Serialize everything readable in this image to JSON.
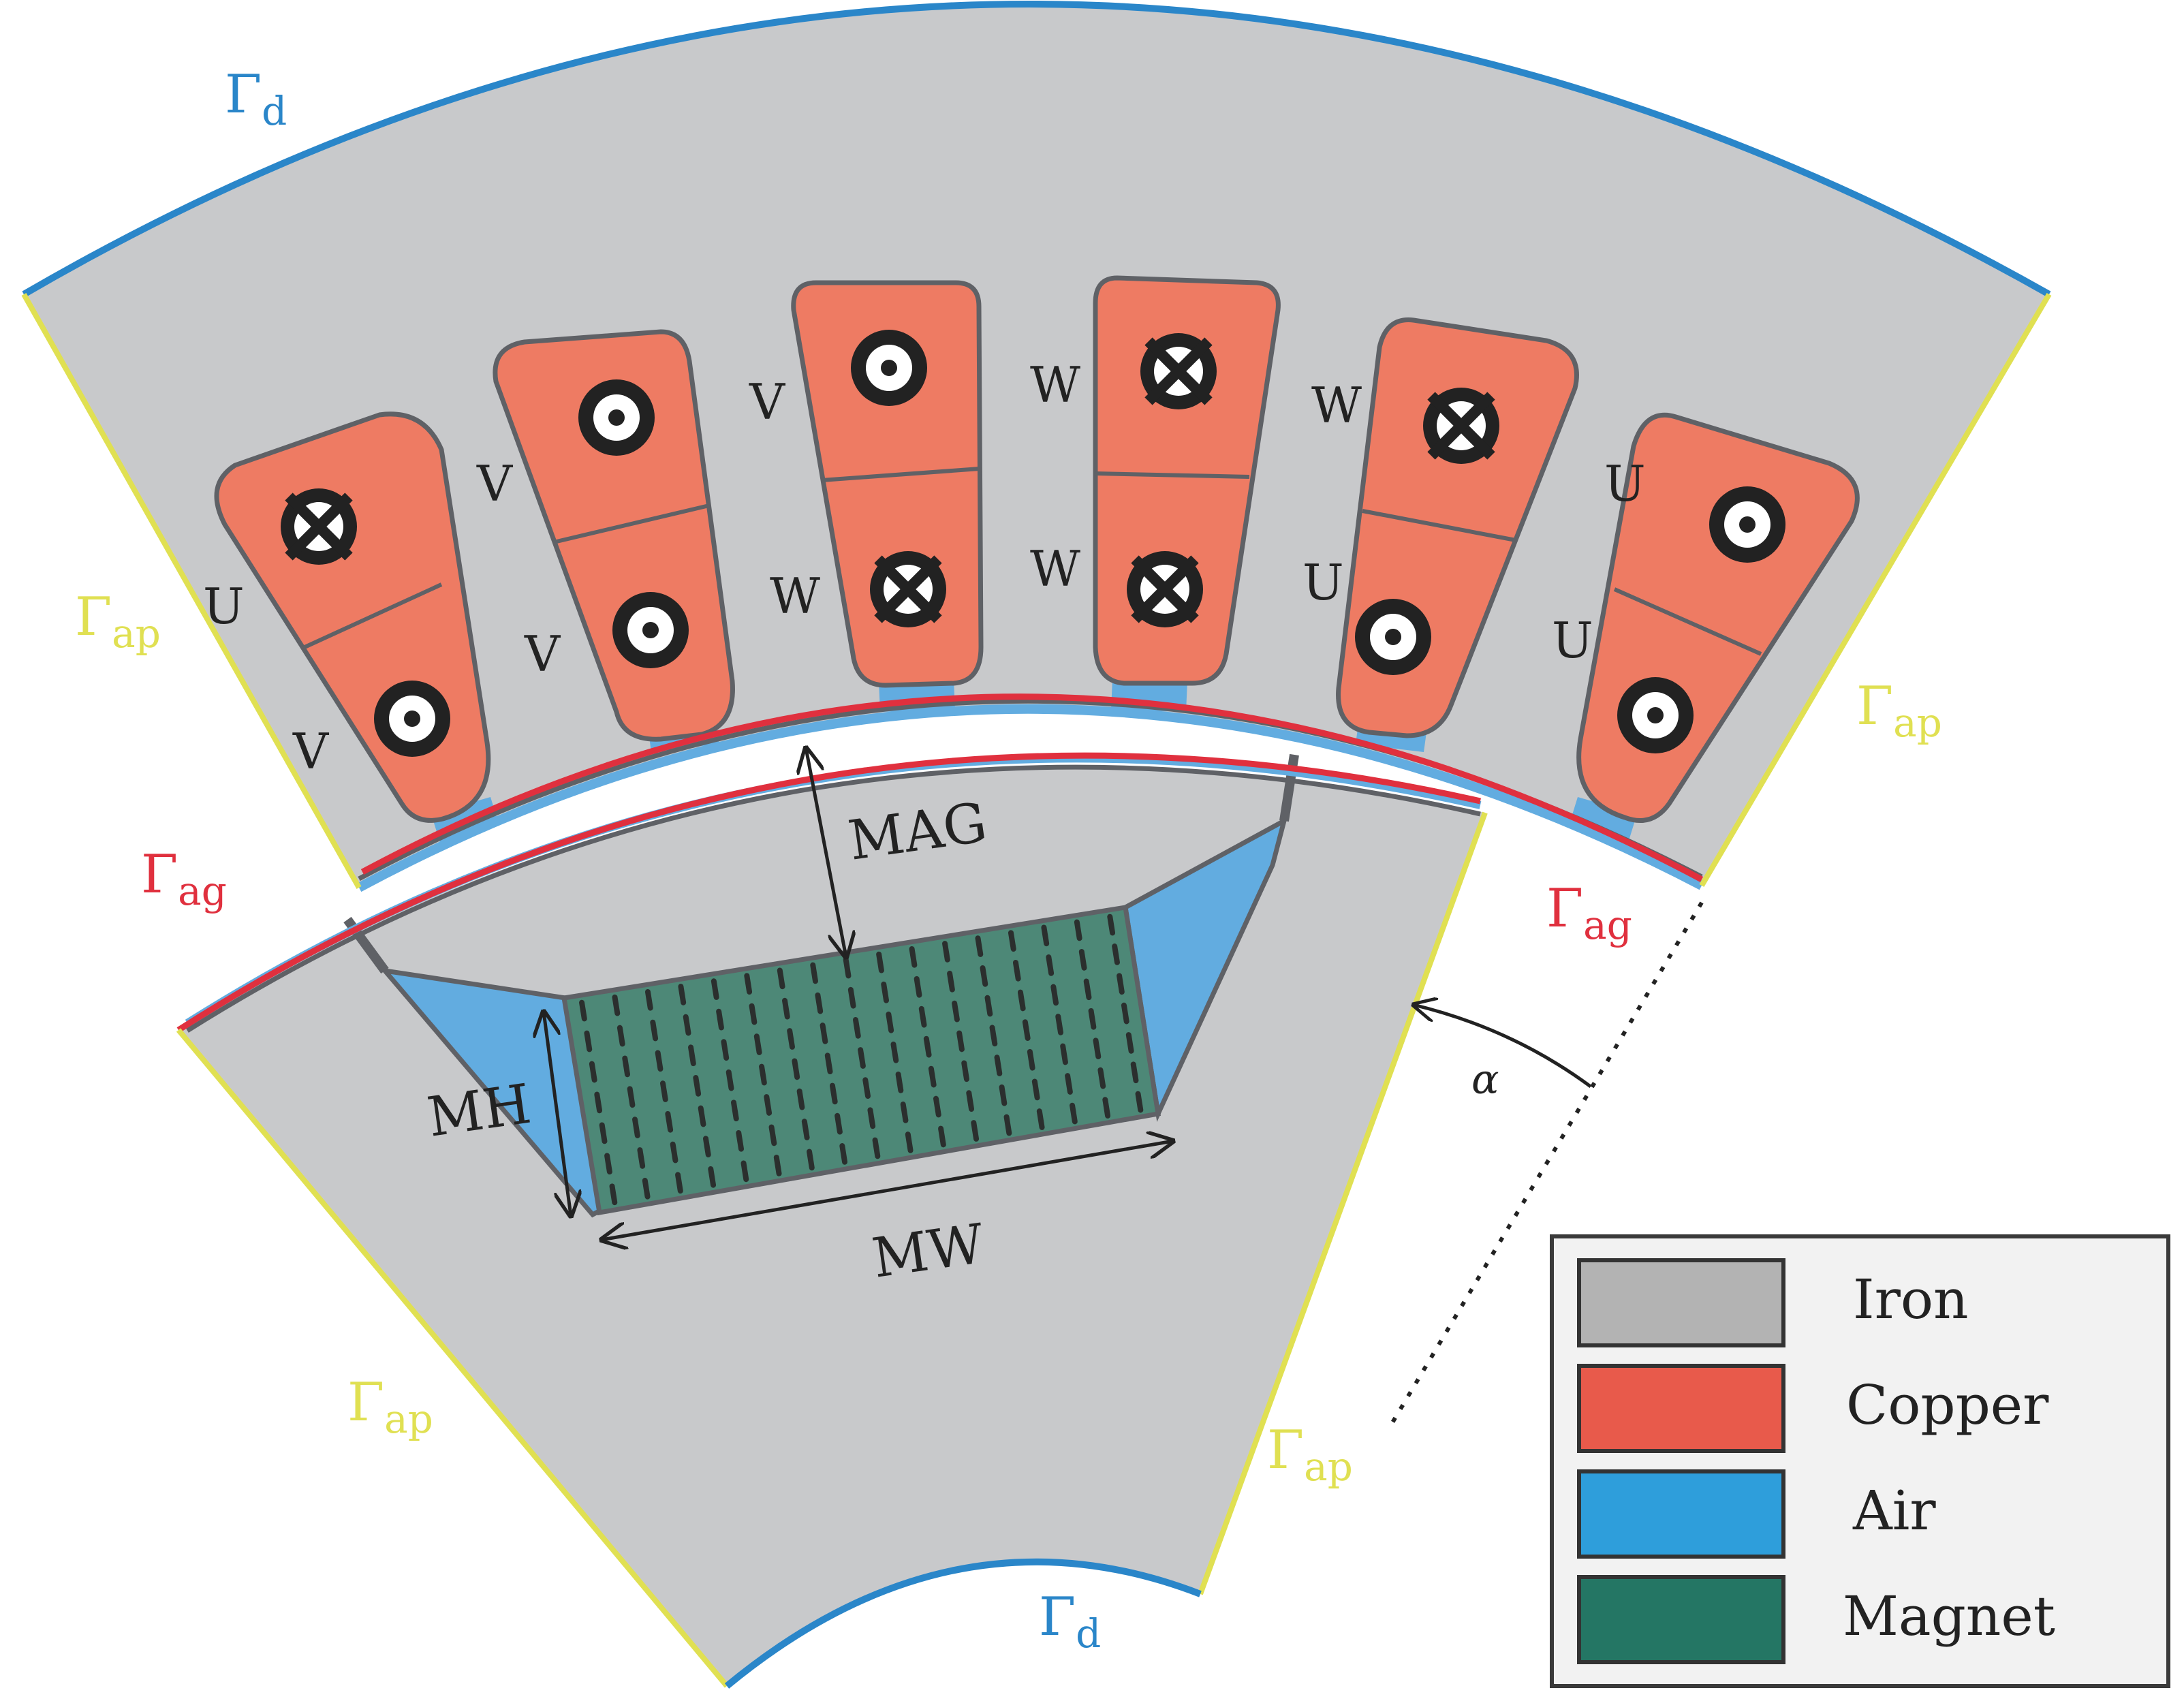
{
  "colors": {
    "iron": "#c8c9cb",
    "iron_legend": "#b3b3b3",
    "copper_slot": "#ee7b63",
    "copper_legend": "#e85a4b",
    "air": "#62ace0",
    "air_legend": "#2e9edb",
    "magnet": "#4d8877",
    "magnet_legend": "#247664",
    "boundary_dirichlet": "#2a86c9",
    "boundary_periodic": "#e0e052",
    "boundary_airgap": "#e0303e",
    "outline": "#5f6166",
    "text": "#222222"
  },
  "boundaries": {
    "d_top": {
      "main": "Γ",
      "sub": "d"
    },
    "d_bottom": {
      "main": "Γ",
      "sub": "d"
    },
    "ap_upper_left": {
      "main": "Γ",
      "sub": "ap"
    },
    "ap_upper_right": {
      "main": "Γ",
      "sub": "ap"
    },
    "ap_lower_left": {
      "main": "Γ",
      "sub": "ap"
    },
    "ap_lower_right": {
      "main": "Γ",
      "sub": "ap"
    },
    "ag_left": {
      "main": "Γ",
      "sub": "ag"
    },
    "ag_right": {
      "main": "Γ",
      "sub": "ag"
    }
  },
  "slots": [
    {
      "top": {
        "phase": "U",
        "symbol": "cross"
      },
      "bottom": {
        "phase": "V",
        "symbol": "dot"
      }
    },
    {
      "top": {
        "phase": "V",
        "symbol": "dot"
      },
      "bottom": {
        "phase": "V",
        "symbol": "dot"
      }
    },
    {
      "top": {
        "phase": "V",
        "symbol": "dot"
      },
      "bottom": {
        "phase": "W",
        "symbol": "cross"
      }
    },
    {
      "top": {
        "phase": "W",
        "symbol": "cross"
      },
      "bottom": {
        "phase": "W",
        "symbol": "cross"
      }
    },
    {
      "top": {
        "phase": "W",
        "symbol": "cross"
      },
      "bottom": {
        "phase": "U",
        "symbol": "dot"
      }
    },
    {
      "top": {
        "phase": "U",
        "symbol": "dot"
      },
      "bottom": {
        "phase": "U",
        "symbol": "dot"
      }
    }
  ],
  "dimensions": {
    "mag": "MAG",
    "mh": "MH",
    "mw": "MW",
    "alpha": "α"
  },
  "legend": [
    {
      "label": "Iron",
      "color": "#b3b3b3"
    },
    {
      "label": "Copper",
      "color": "#e85a4b"
    },
    {
      "label": "Air",
      "color": "#2e9edb"
    },
    {
      "label": "Magnet",
      "color": "#247664"
    }
  ]
}
